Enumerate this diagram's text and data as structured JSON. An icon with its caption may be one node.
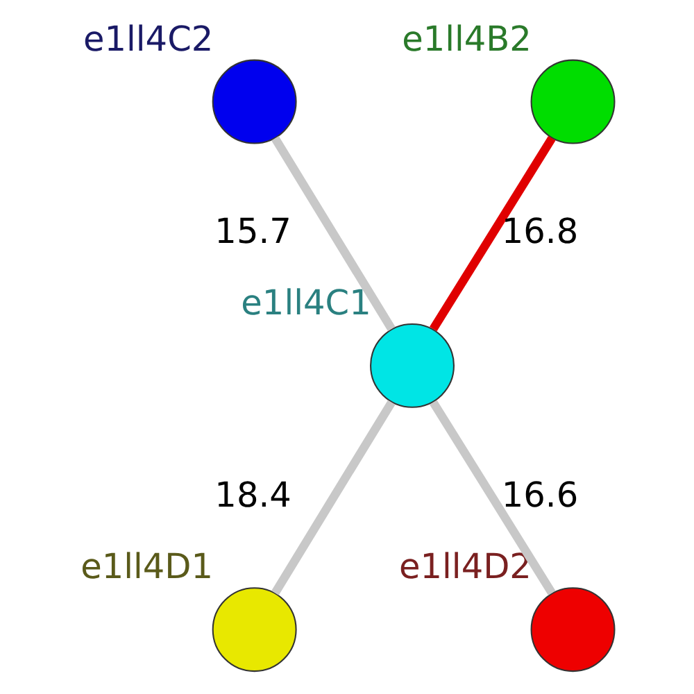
{
  "diagram": {
    "nodes": [
      {
        "text": [],
        "shape": "circle",
        "beside": [
          "e1ll4C2"
        ]
      },
      {
        "text": [],
        "shape": "circle",
        "beside": [
          "e1ll4B2"
        ]
      },
      {
        "text": [],
        "shape": "circle",
        "beside": [
          "e1ll4C1"
        ]
      },
      {
        "text": [],
        "shape": "circle",
        "beside": [
          "e1ll4D1"
        ]
      },
      {
        "text": [],
        "shape": "circle",
        "beside": [
          "e1ll4D2"
        ]
      }
    ],
    "edges": [
      {
        "from": 2,
        "to": 0,
        "arrow": "none",
        "label": "15.7"
      },
      {
        "from": 2,
        "to": 1,
        "arrow": "none",
        "label": "16.8",
        "color": "#e00000"
      },
      {
        "from": 2,
        "to": 3,
        "arrow": "none",
        "label": "18.4"
      },
      {
        "from": 2,
        "to": 4,
        "arrow": "none",
        "label": "16.6"
      }
    ]
  }
}
